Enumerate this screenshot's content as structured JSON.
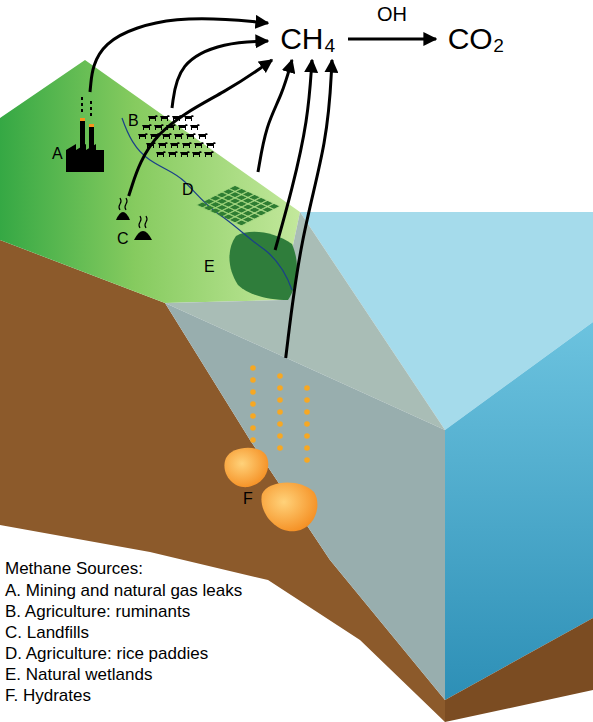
{
  "diagram": {
    "nodes": [
      {
        "text": [
          "CH₄"
        ]
      },
      {
        "text": [
          "CO₂"
        ]
      },
      {
        "text": [
          "A"
        ]
      },
      {
        "text": [
          "B"
        ]
      },
      {
        "text": [
          "C"
        ]
      },
      {
        "text": [
          "D"
        ]
      },
      {
        "text": [
          "E"
        ]
      },
      {
        "text": [
          "F"
        ]
      }
    ],
    "edges": [
      {
        "from": 2,
        "to": 0,
        "arrow": "to"
      },
      {
        "from": 3,
        "to": 0,
        "arrow": "to"
      },
      {
        "from": 4,
        "to": 0,
        "arrow": "to"
      },
      {
        "from": 5,
        "to": 0,
        "arrow": "to"
      },
      {
        "from": 6,
        "to": 0,
        "arrow": "to"
      },
      {
        "from": 7,
        "to": 0,
        "arrow": "to"
      },
      {
        "from": 0,
        "to": 1,
        "label": "OH",
        "arrow": "to"
      }
    ],
    "labels": [
      "Methane Sources:"
    ],
    "legend": [
      {
        "text": "A. Mining and natural gas leaks"
      },
      {
        "text": "B. Agriculture: ruminants"
      },
      {
        "text": "C. Landfills"
      },
      {
        "text": "D. Agriculture: rice paddies"
      },
      {
        "text": "E. Natural wetlands"
      },
      {
        "text": "F. Hydrates"
      }
    ]
  }
}
